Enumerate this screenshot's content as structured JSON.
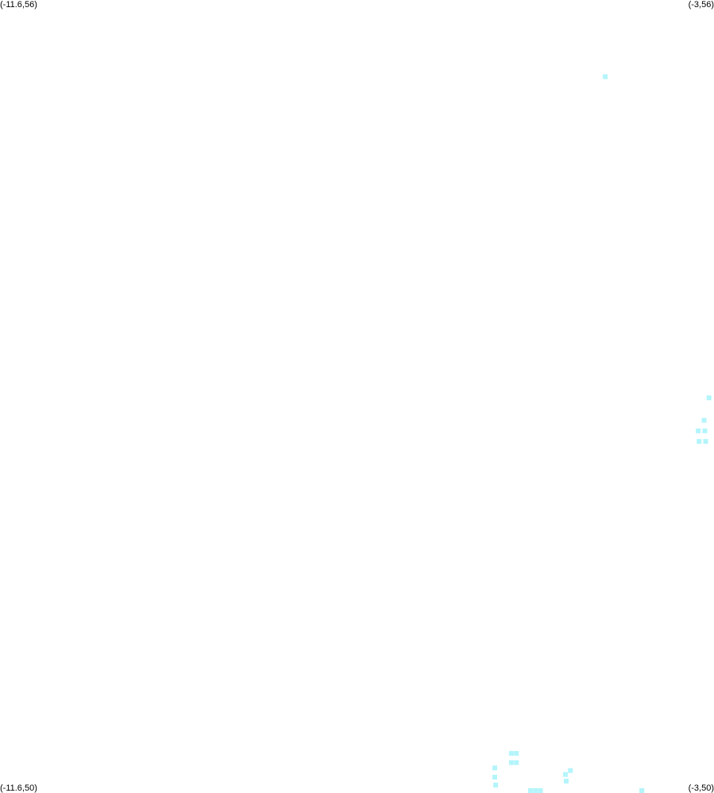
{
  "corner_labels": {
    "top_left": "(-11.6,56)",
    "top_right": "(-3,56)",
    "bottom_left": "(-11.6,50)",
    "bottom_right": "(-3,50)"
  },
  "map": {
    "lon_range": [
      -11.6,
      -3
    ],
    "lat_range": [
      50,
      56
    ],
    "point_color": "#b3f5fb",
    "points": [
      {
        "lon": -4.31,
        "lat": 55.42
      },
      {
        "lon": -3.06,
        "lat": 52.99
      },
      {
        "lon": -3.12,
        "lat": 52.82
      },
      {
        "lon": -3.19,
        "lat": 52.74
      },
      {
        "lon": -3.11,
        "lat": 52.74
      },
      {
        "lon": -3.18,
        "lat": 52.66
      },
      {
        "lon": -3.1,
        "lat": 52.66
      },
      {
        "lon": -5.44,
        "lat": 50.3
      },
      {
        "lon": -5.38,
        "lat": 50.3
      },
      {
        "lon": -5.44,
        "lat": 50.23
      },
      {
        "lon": -5.38,
        "lat": 50.23
      },
      {
        "lon": -5.64,
        "lat": 50.19
      },
      {
        "lon": -5.64,
        "lat": 50.12
      },
      {
        "lon": -5.63,
        "lat": 50.06
      },
      {
        "lon": -4.79,
        "lat": 50.14
      },
      {
        "lon": -4.73,
        "lat": 50.17
      },
      {
        "lon": -4.78,
        "lat": 50.09
      },
      {
        "lon": -3.87,
        "lat": 49.94
      },
      {
        "lon": -3.87,
        "lat": 49.88
      },
      {
        "lon": -5.09,
        "lat": 49.79
      },
      {
        "lon": -5.15,
        "lat": 49.74
      },
      {
        "lon": -5.15,
        "lat": 49.68
      },
      {
        "lon": -5.21,
        "lat": 49.61
      }
    ]
  }
}
